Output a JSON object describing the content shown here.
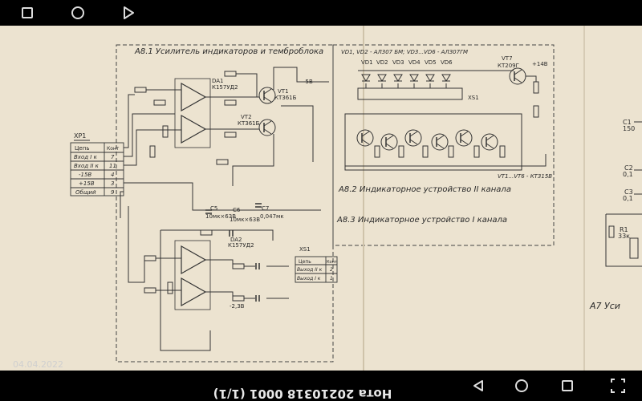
{
  "status_icons": [
    "square-icon",
    "circle-icon",
    "play-icon"
  ],
  "document": {
    "heading_a81": "A8.1 Усилитель индикаторов и темброблока",
    "heading_a82": "A8.2 Индикаторное устройство II канала",
    "heading_a83": "A8.3 Индикаторное устройство I канала",
    "heading_a7": "A7 Уси",
    "leds": [
      "VD1",
      "VD2",
      "VD3",
      "VD4",
      "VD5",
      "VD6"
    ],
    "led_note": "VD1, VD2 - АЛ307 БМ; VD3...VD6 - АЛ307ГМ",
    "vt7": "VT7",
    "vt7_type": "КТ209Г",
    "transistor_note": "VT1...VT6 - КТ315В",
    "minus58": "-5В",
    "plus14": "+14В",
    "xs1": "XS1",
    "xp1": "XP1",
    "tsep": "Цепь",
    "kont": "Конт",
    "xp1_rows": [
      [
        "Вход I к",
        "7"
      ],
      [
        "Вход II к",
        "11"
      ],
      [
        "-15В",
        "4"
      ],
      [
        "+15В",
        "3"
      ],
      [
        "Общий",
        "9"
      ]
    ],
    "xs1_label": "XS1",
    "xs1_rows": [
      [
        "Выход II к",
        "2"
      ],
      [
        "Выход I к",
        "1"
      ]
    ],
    "da1": "DA1",
    "da1_type": "К157УД2",
    "da2": "DA2",
    "da2_type": "К157УД2",
    "vt1": "VT1",
    "vt1_type": "КТ361Б",
    "vt2": "VT2",
    "vt2_type": "КТ361Б",
    "c5": "C5",
    "c5_val": "10мк×63В",
    "c7": "C7",
    "c7_val": "0,047мк",
    "c6": "C6",
    "c6_val": "10мк×63В",
    "minus23": "-2,3В",
    "c1": "C1",
    "c1_val": "150",
    "c2": "C2",
    "c2_val": "0,1",
    "c3": "C3",
    "c3_val": "0,1",
    "r1": "R1",
    "r1_val": "33к",
    "doc_date": "04.04.2022"
  },
  "nav_icons": [
    "back-icon",
    "home-icon",
    "recents-icon",
    "screenshot-icon"
  ],
  "file_title": "Нота 20210318 0001 (1/1)"
}
